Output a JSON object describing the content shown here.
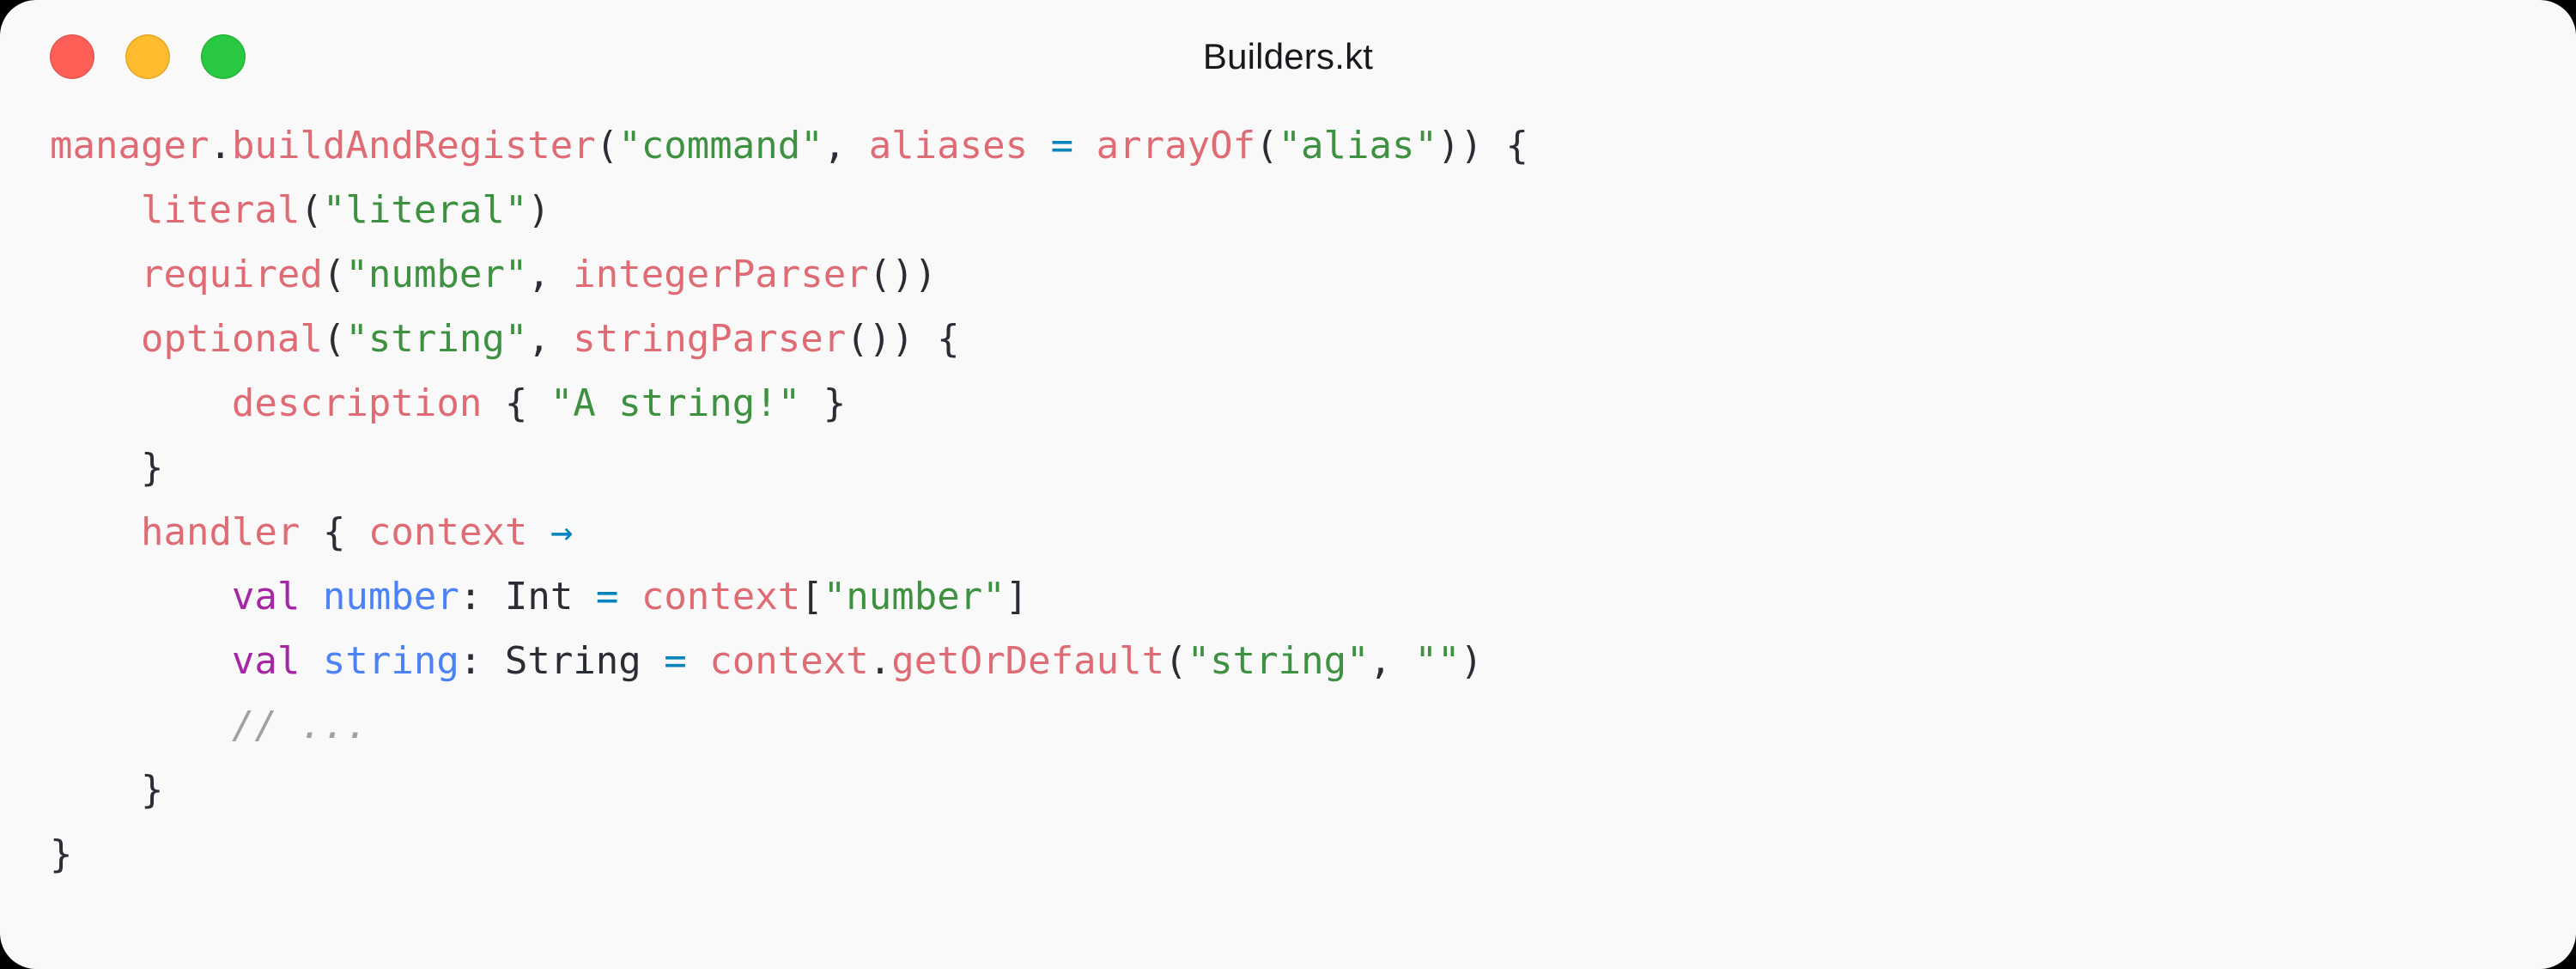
{
  "window": {
    "title": "Builders.kt",
    "background_color": "#F9F9F9",
    "traffic_lights": [
      {
        "name": "close",
        "color": "#FF5F57"
      },
      {
        "name": "minimize",
        "color": "#FEBC2E"
      },
      {
        "name": "maximize",
        "color": "#28C840"
      }
    ]
  },
  "theme": {
    "function_color": "#DF6B75",
    "string_color": "#3F9142",
    "punctuation_color": "#2B2D35",
    "operator_color": "#0184BC",
    "keyword_color": "#A626A4",
    "variable_color": "#4C82F7",
    "comment_color": "#A0A1A7"
  },
  "code": {
    "language": "kotlin",
    "plain_text": "manager.buildAndRegister(\"command\", aliases = arrayOf(\"alias\")) {\n    literal(\"literal\")\n    required(\"number\", integerParser())\n    optional(\"string\", stringParser()) {\n        description { \"A string!\" }\n    }\n    handler { context ->\n        val number: Int = context[\"number\"]\n        val string: String = context.getOrDefault(\"string\", \"\")\n        // ...\n    }\n}",
    "lines": [
      {
        "indent": "",
        "tokens": [
          {
            "t": "manager",
            "c": "fn"
          },
          {
            "t": ".",
            "c": "punct"
          },
          {
            "t": "buildAndRegister",
            "c": "fn"
          },
          {
            "t": "(",
            "c": "punct"
          },
          {
            "t": "\"command\"",
            "c": "str"
          },
          {
            "t": ", ",
            "c": "punct"
          },
          {
            "t": "aliases",
            "c": "fn"
          },
          {
            "t": " ",
            "c": "punct"
          },
          {
            "t": "=",
            "c": "op"
          },
          {
            "t": " ",
            "c": "punct"
          },
          {
            "t": "arrayOf",
            "c": "fn"
          },
          {
            "t": "(",
            "c": "punct"
          },
          {
            "t": "\"alias\"",
            "c": "str"
          },
          {
            "t": ")) {",
            "c": "punct"
          }
        ]
      },
      {
        "indent": "    ",
        "tokens": [
          {
            "t": "literal",
            "c": "fn"
          },
          {
            "t": "(",
            "c": "punct"
          },
          {
            "t": "\"literal\"",
            "c": "str"
          },
          {
            "t": ")",
            "c": "punct"
          }
        ]
      },
      {
        "indent": "    ",
        "tokens": [
          {
            "t": "required",
            "c": "fn"
          },
          {
            "t": "(",
            "c": "punct"
          },
          {
            "t": "\"number\"",
            "c": "str"
          },
          {
            "t": ", ",
            "c": "punct"
          },
          {
            "t": "integerParser",
            "c": "fn"
          },
          {
            "t": "())",
            "c": "punct"
          }
        ]
      },
      {
        "indent": "    ",
        "tokens": [
          {
            "t": "optional",
            "c": "fn"
          },
          {
            "t": "(",
            "c": "punct"
          },
          {
            "t": "\"string\"",
            "c": "str"
          },
          {
            "t": ", ",
            "c": "punct"
          },
          {
            "t": "stringParser",
            "c": "fn"
          },
          {
            "t": "()) {",
            "c": "punct"
          }
        ]
      },
      {
        "indent": "        ",
        "tokens": [
          {
            "t": "description",
            "c": "fn"
          },
          {
            "t": " { ",
            "c": "punct"
          },
          {
            "t": "\"A string!\"",
            "c": "str"
          },
          {
            "t": " }",
            "c": "punct"
          }
        ]
      },
      {
        "indent": "    ",
        "tokens": [
          {
            "t": "}",
            "c": "punct"
          }
        ]
      },
      {
        "indent": "    ",
        "tokens": [
          {
            "t": "handler",
            "c": "fn"
          },
          {
            "t": " { ",
            "c": "punct"
          },
          {
            "t": "context",
            "c": "fn"
          },
          {
            "t": " ",
            "c": "punct"
          },
          {
            "t": "→",
            "c": "op"
          }
        ]
      },
      {
        "indent": "        ",
        "tokens": [
          {
            "t": "val",
            "c": "kw"
          },
          {
            "t": " ",
            "c": "punct"
          },
          {
            "t": "number",
            "c": "var"
          },
          {
            "t": ": ",
            "c": "punct"
          },
          {
            "t": "Int",
            "c": "type"
          },
          {
            "t": " ",
            "c": "punct"
          },
          {
            "t": "=",
            "c": "op"
          },
          {
            "t": " ",
            "c": "punct"
          },
          {
            "t": "context",
            "c": "fn"
          },
          {
            "t": "[",
            "c": "punct"
          },
          {
            "t": "\"number\"",
            "c": "str"
          },
          {
            "t": "]",
            "c": "punct"
          }
        ]
      },
      {
        "indent": "        ",
        "tokens": [
          {
            "t": "val",
            "c": "kw"
          },
          {
            "t": " ",
            "c": "punct"
          },
          {
            "t": "string",
            "c": "var"
          },
          {
            "t": ": ",
            "c": "punct"
          },
          {
            "t": "String",
            "c": "type"
          },
          {
            "t": " ",
            "c": "punct"
          },
          {
            "t": "=",
            "c": "op"
          },
          {
            "t": " ",
            "c": "punct"
          },
          {
            "t": "context",
            "c": "fn"
          },
          {
            "t": ".",
            "c": "punct"
          },
          {
            "t": "getOrDefault",
            "c": "fn"
          },
          {
            "t": "(",
            "c": "punct"
          },
          {
            "t": "\"string\"",
            "c": "str"
          },
          {
            "t": ", ",
            "c": "punct"
          },
          {
            "t": "\"\"",
            "c": "str"
          },
          {
            "t": ")",
            "c": "punct"
          }
        ]
      },
      {
        "indent": "        ",
        "tokens": [
          {
            "t": "// ...",
            "c": "comment"
          }
        ]
      },
      {
        "indent": "    ",
        "tokens": [
          {
            "t": "}",
            "c": "punct"
          }
        ]
      },
      {
        "indent": "",
        "tokens": [
          {
            "t": "}",
            "c": "punct"
          }
        ]
      }
    ]
  }
}
